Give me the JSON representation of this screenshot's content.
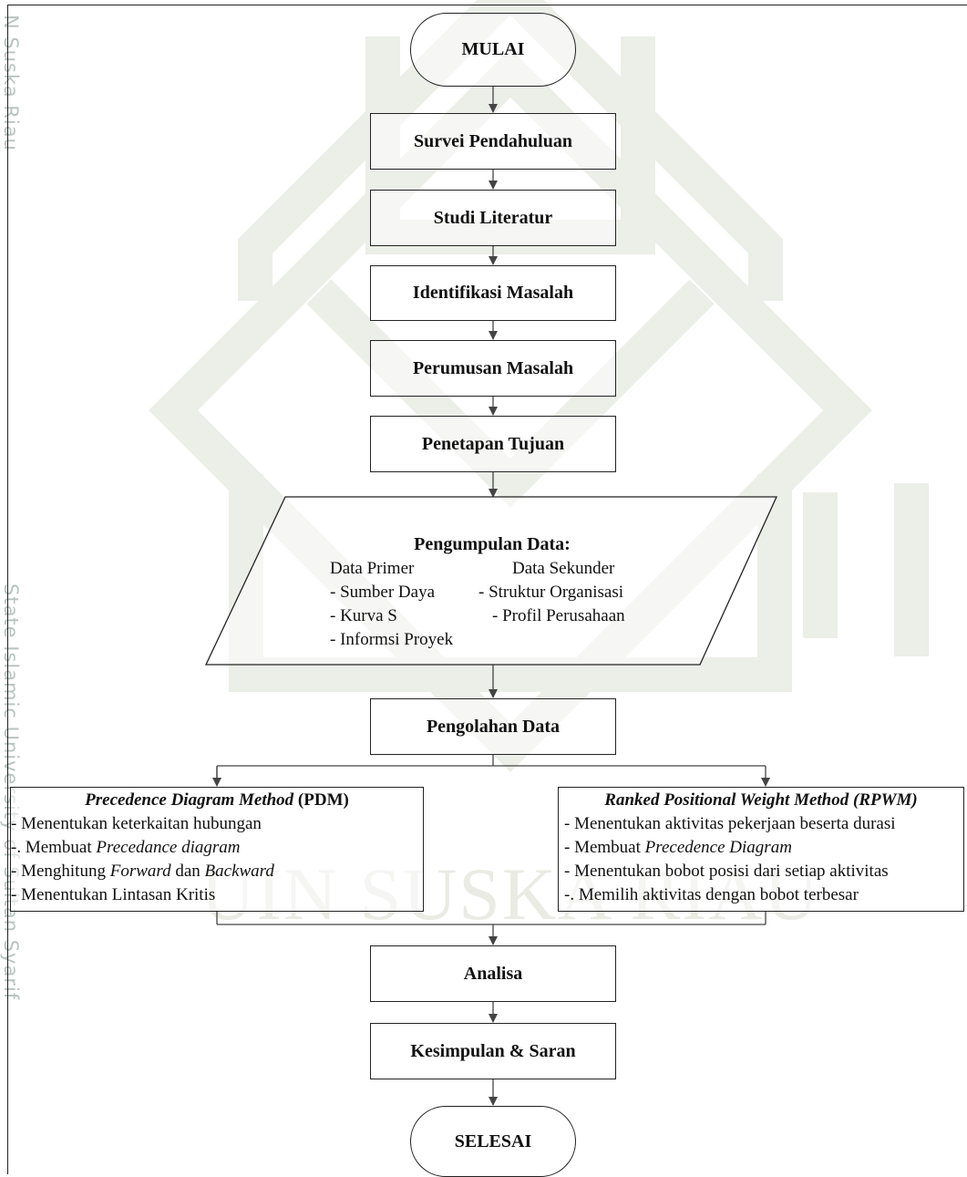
{
  "flowchart": {
    "start": "MULAI",
    "steps": [
      "Survei Pendahuluan",
      "Studi Literatur",
      "Identifikasi Masalah",
      "Perumusan Masalah",
      "Penetapan Tujuan"
    ],
    "data_collection": {
      "title": "Pengumpulan Data:",
      "primary_header": "Data Primer",
      "secondary_header": "Data Sekunder",
      "primary_items": [
        "- Sumber Daya",
        "- Kurva S",
        "- Informsi Proyek"
      ],
      "secondary_items": [
        "- Struktur Organisasi",
        "- Profil Perusahaan"
      ]
    },
    "processing": "Pengolahan Data",
    "pdm": {
      "title_italic": "Precedence Diagram Method",
      "title_suffix": " (PDM)",
      "line1": "- Menentukan keterkaitan hubungan",
      "line2_prefix": "-. Membuat ",
      "line2_italic": "Precedance diagram",
      "line3_prefix": "- Menghitung ",
      "line3_italic1": "Forward",
      "line3_mid": " dan ",
      "line3_italic2": "Backward",
      "line4": "- Menentukan Lintasan Kritis"
    },
    "rpwm": {
      "title": "Ranked Positional Weight Method (RPWM)",
      "line1": "- Menentukan aktivitas pekerjaan beserta durasi",
      "line2_prefix": "- Membuat ",
      "line2_italic": "Precedence Diagram",
      "line3": "- Menentukan bobot posisi dari setiap aktivitas",
      "line4": "-. Memilih aktivitas dengan bobot terbesar"
    },
    "analysis": "Analisa",
    "conclusion": "Kesimpulan & Saran",
    "end": "SELESAI"
  },
  "watermark": {
    "side_top": "N Suska Riau",
    "side_bottom": "State Islamic University of Sultan Syarif",
    "center_text": "UIN SUSKA RIAU",
    "color": "#e9ebe4"
  }
}
